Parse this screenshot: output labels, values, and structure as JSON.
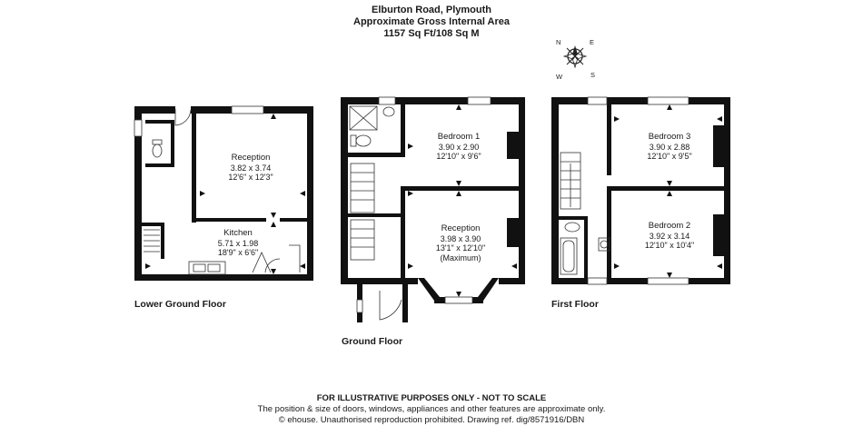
{
  "header": {
    "title": "Elburton Road, Plymouth",
    "subtitle": "Approximate Gross Internal Area",
    "area": "1157 Sq Ft/108 Sq M"
  },
  "compass": {
    "n": "N",
    "e": "E",
    "s": "S",
    "w": "W"
  },
  "floors": {
    "lower_ground": "Lower Ground Floor",
    "ground": "Ground Floor",
    "first": "First Floor"
  },
  "rooms": {
    "lg_reception": {
      "name": "Reception",
      "metric": "3.82 x 3.74",
      "imperial": "12'6\" x 12'3\""
    },
    "lg_kitchen": {
      "name": "Kitchen",
      "metric": "5.71 x 1.98",
      "imperial": "18'9\" x 6'6\""
    },
    "g_bedroom1": {
      "name": "Bedroom 1",
      "metric": "3.90 x 2.90",
      "imperial": "12'10\" x 9'6\""
    },
    "g_reception": {
      "name": "Reception",
      "metric": "3.98 x 3.90",
      "imperial": "13'1\" x 12'10\"",
      "note": "(Maximum)"
    },
    "f_bedroom3": {
      "name": "Bedroom 3",
      "metric": "3.90 x 2.88",
      "imperial": "12'10\" x 9'5\""
    },
    "f_bedroom2": {
      "name": "Bedroom 2",
      "metric": "3.92 x 3.14",
      "imperial": "12'10\" x 10'4\""
    }
  },
  "footer": {
    "disclaimer": "FOR ILLUSTRATIVE PURPOSES ONLY - NOT TO SCALE",
    "line2": "The position & size of doors, windows, appliances and other features are approximate only.",
    "line3": "© ehouse. Unauthorised reproduction prohibited. Drawing ref. dig/8571916/DBN"
  },
  "colors": {
    "wall": "#111111",
    "line": "#333333",
    "window": "#ffffff"
  }
}
